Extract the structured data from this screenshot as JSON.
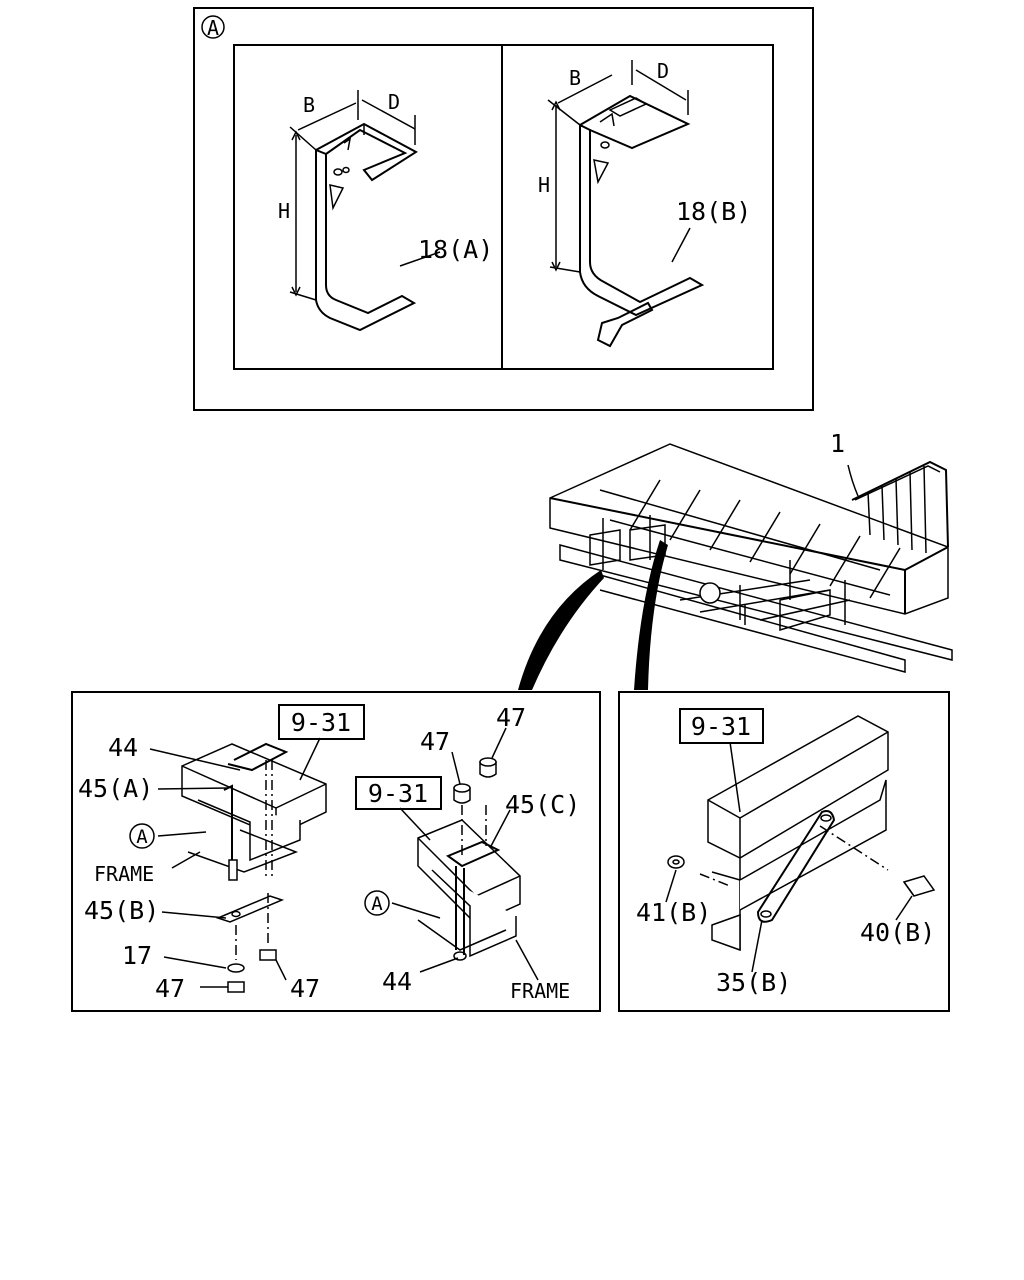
{
  "detail_marker": "A",
  "bracket_labels": {
    "dim_b": "B",
    "dim_d": "D",
    "dim_h": "H",
    "part_18a": "18(A)",
    "part_18b": "18(B)"
  },
  "overview": {
    "part_1": "1"
  },
  "left_detail": {
    "ref_box": "9-31",
    "part_44": "44",
    "part_45a": "45(A)",
    "marker_a": "A",
    "frame": "FRAME",
    "part_45b": "45(B)",
    "part_17": "17",
    "part_47_lower_left": "47",
    "part_47_lower_right": "47"
  },
  "middle_detail": {
    "ref_box": "9-31",
    "part_47_top_left": "47",
    "part_47_top_right": "47",
    "part_45c": "45(C)",
    "marker_a": "A",
    "part_44": "44",
    "frame": "FRAME"
  },
  "right_detail": {
    "ref_box": "9-31",
    "part_41b": "41(B)",
    "part_40b": "40(B)",
    "part_35b": "35(B)"
  }
}
